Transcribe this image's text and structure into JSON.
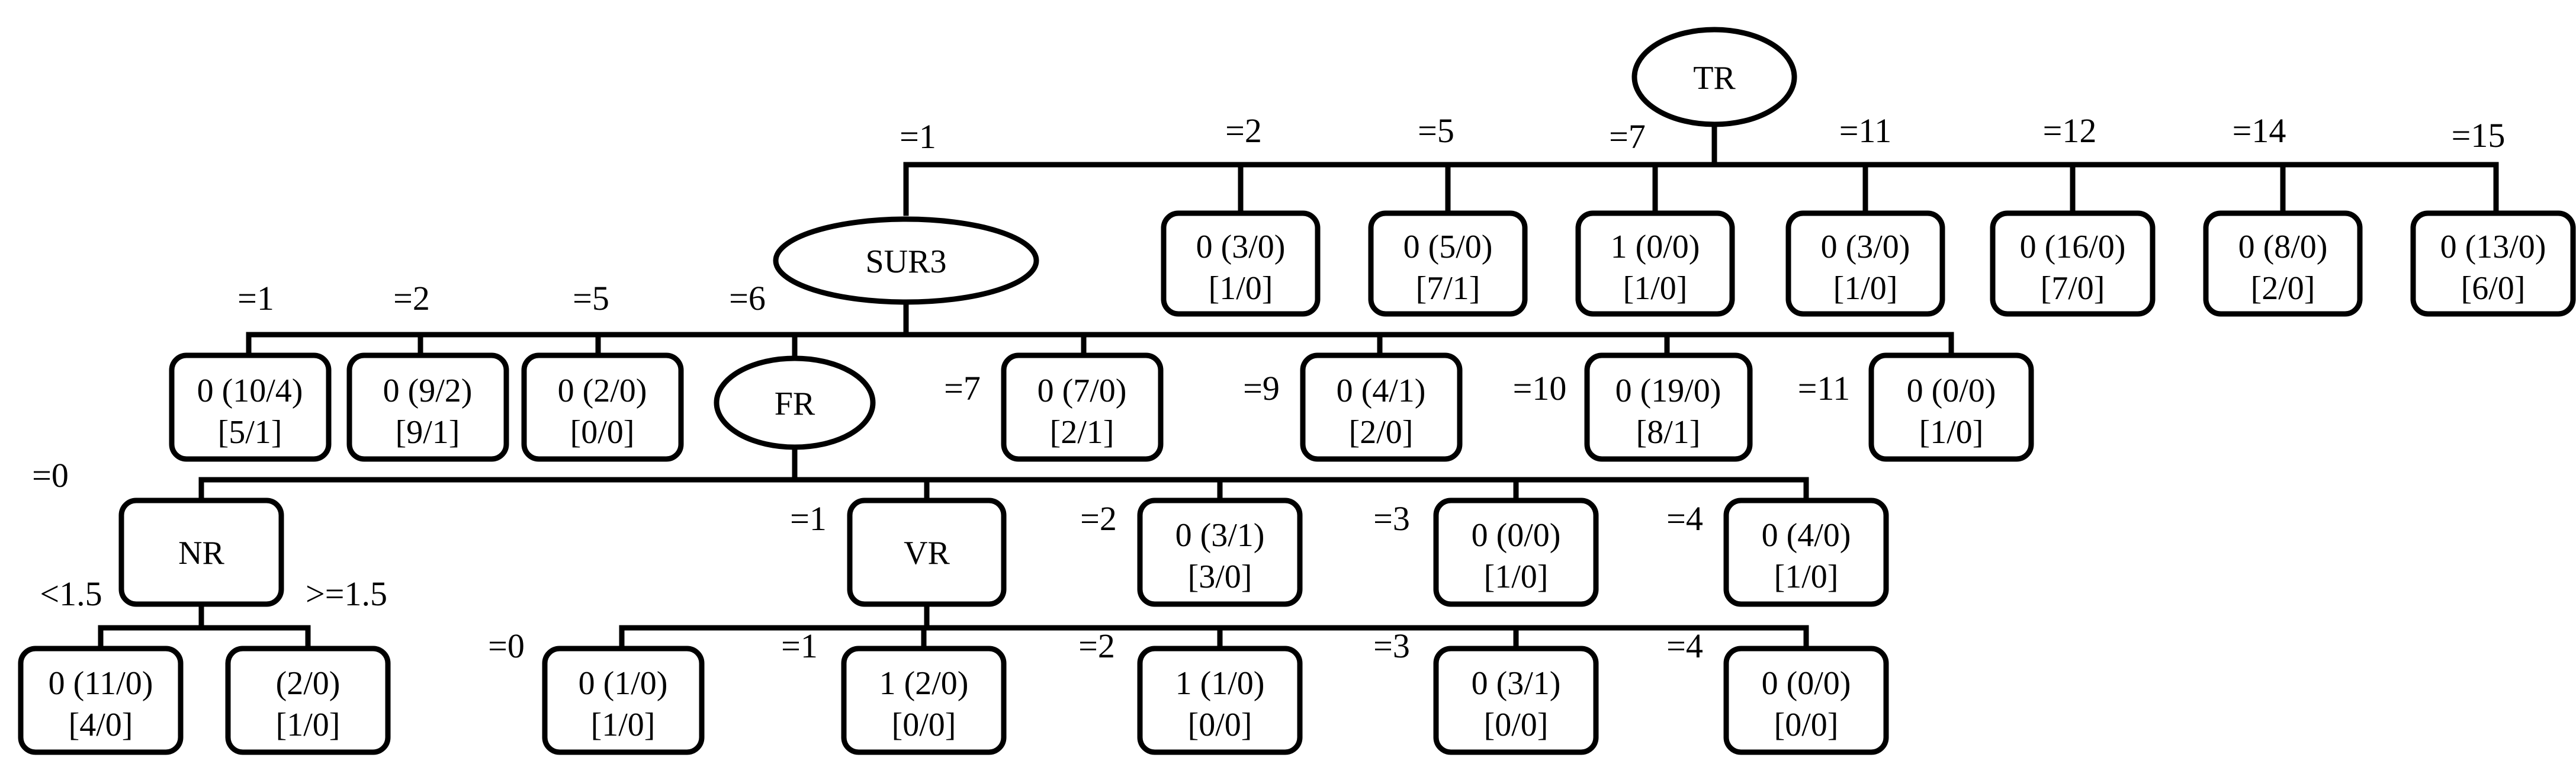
{
  "colors": {
    "stroke": "#000000",
    "background": "#ffffff"
  },
  "splits": {
    "tr": "TR",
    "sur3": "SUR3",
    "fr": "FR",
    "nr": "NR",
    "vr": "VR"
  },
  "edges": {
    "tr_1": "=1",
    "tr_2": "=2",
    "tr_5": "=5",
    "tr_7": "=7",
    "tr_11": "=11",
    "tr_12": "=12",
    "tr_14": "=14",
    "tr_15": "=15",
    "sur3_1": "=1",
    "sur3_2": "=2",
    "sur3_5": "=5",
    "sur3_6": "=6",
    "sur3_7": "=7",
    "sur3_9": "=9",
    "sur3_10": "=10",
    "sur3_11": "=11",
    "fr_0": "=0",
    "fr_1": "=1",
    "fr_2": "=2",
    "fr_3": "=3",
    "fr_4": "=4",
    "nr_lt": "<1.5",
    "nr_ge": ">=1.5",
    "vr_0": "=0",
    "vr_1": "=1",
    "vr_2": "=2",
    "vr_3": "=3",
    "vr_4": "=4"
  },
  "leaves": {
    "tr_2": {
      "line1": "0 (3/0)",
      "line2": "[1/0]"
    },
    "tr_5": {
      "line1": "0 (5/0)",
      "line2": "[7/1]"
    },
    "tr_7": {
      "line1": "1 (0/0)",
      "line2": "[1/0]"
    },
    "tr_11": {
      "line1": "0 (3/0)",
      "line2": "[1/0]"
    },
    "tr_12": {
      "line1": "0 (16/0)",
      "line2": "[7/0]"
    },
    "tr_14": {
      "line1": "0 (8/0)",
      "line2": "[2/0]"
    },
    "tr_15": {
      "line1": "0 (13/0)",
      "line2": "[6/0]"
    },
    "sur3_1": {
      "line1": "0 (10/4)",
      "line2": "[5/1]"
    },
    "sur3_2": {
      "line1": "0 (9/2)",
      "line2": "[9/1]"
    },
    "sur3_5": {
      "line1": "0 (2/0)",
      "line2": "[0/0]"
    },
    "sur3_7": {
      "line1": "0 (7/0)",
      "line2": "[2/1]"
    },
    "sur3_9": {
      "line1": "0 (4/1)",
      "line2": "[2/0]"
    },
    "sur3_10": {
      "line1": "0 (19/0)",
      "line2": "[8/1]"
    },
    "sur3_11": {
      "line1": "0 (0/0)",
      "line2": "[1/0]"
    },
    "fr_2": {
      "line1": "0 (3/1)",
      "line2": "[3/0]"
    },
    "fr_3": {
      "line1": "0 (0/0)",
      "line2": "[1/0]"
    },
    "fr_4": {
      "line1": "0 (4/0)",
      "line2": "[1/0]"
    },
    "nr_lt": {
      "line1": "0 (11/0)",
      "line2": "[4/0]"
    },
    "nr_ge": {
      "line1": "(2/0)",
      "line2": "[1/0]"
    },
    "vr_0": {
      "line1": "0 (1/0)",
      "line2": "[1/0]"
    },
    "vr_1": {
      "line1": "1 (2/0)",
      "line2": "[0/0]"
    },
    "vr_2": {
      "line1": "1 (1/0)",
      "line2": "[0/0]"
    },
    "vr_3": {
      "line1": "0 (3/1)",
      "line2": "[0/0]"
    },
    "vr_4": {
      "line1": "0 (0/0)",
      "line2": "[0/0]"
    }
  }
}
